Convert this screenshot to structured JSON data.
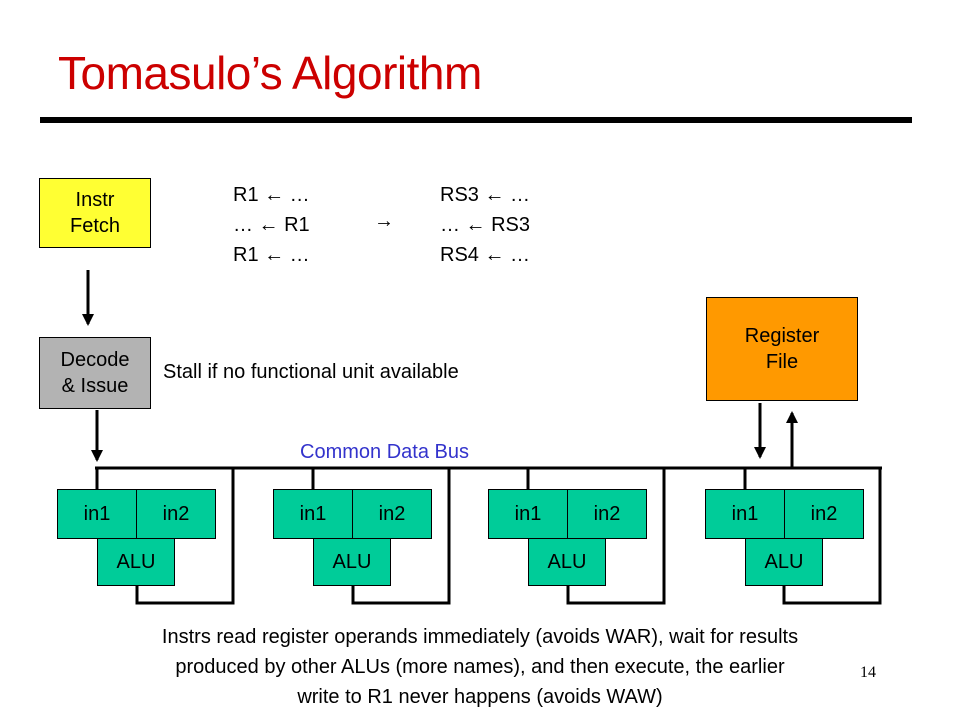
{
  "title": "Tomasulo’s Algorithm",
  "blocks": {
    "instr_fetch": "Instr\nFetch",
    "decode_issue": "Decode\n& Issue",
    "register_file": "Register\nFile"
  },
  "code_before": [
    "R1 ← …",
    "…  ← R1",
    "R1 ← …"
  ],
  "transform_arrow": "→",
  "code_after": [
    "RS3 ← …",
    "…   ← RS3",
    "RS4 ← …"
  ],
  "stall_note": "Stall if no functional unit available",
  "bus_label": "Common Data Bus",
  "units": [
    {
      "in1": "in1",
      "in2": "in2",
      "alu": "ALU"
    },
    {
      "in1": "in1",
      "in2": "in2",
      "alu": "ALU"
    },
    {
      "in1": "in1",
      "in2": "in2",
      "alu": "ALU"
    },
    {
      "in1": "in1",
      "in2": "in2",
      "alu": "ALU"
    }
  ],
  "caption": "Instrs read register operands immediately (avoids WAR), wait for results\nproduced by other ALUs (more names), and then execute, the earlier\nwrite to R1 never happens (avoids WAW)",
  "page_number": "14",
  "colors": {
    "title": "#cc0000",
    "fetch_box": "#ffff33",
    "decode_box": "#b3b3b3",
    "register_file_box": "#ff9900",
    "unit_fill": "#00cc99",
    "bus_label": "#3333cc"
  }
}
